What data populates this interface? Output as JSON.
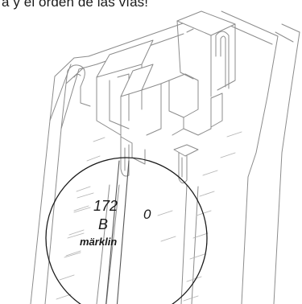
{
  "caption": "a y el orden de las vías!",
  "markings": {
    "part_number": "172",
    "part_letter": "B",
    "brand": "märklin",
    "adjacent_number": "0"
  }
}
